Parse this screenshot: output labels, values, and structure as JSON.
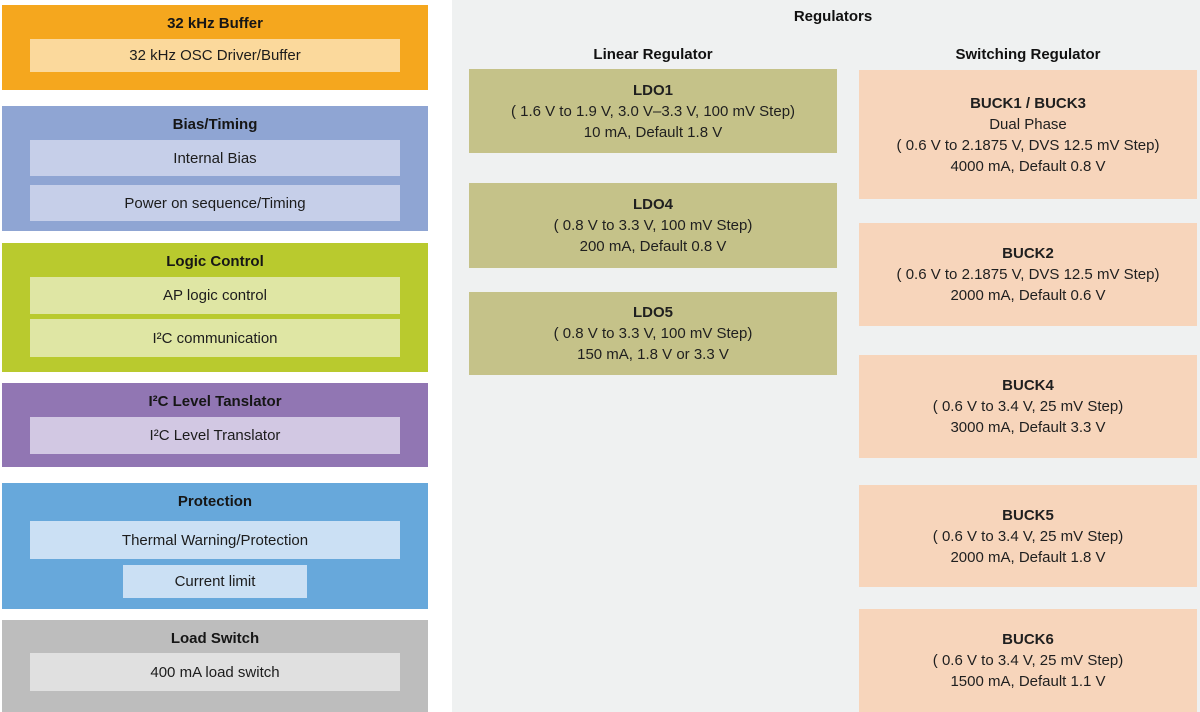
{
  "left": {
    "blocks": [
      {
        "title": "32 kHz Buffer",
        "bg": "#f5a71e",
        "inner_bg": "#fbd99c",
        "items": [
          "32 kHz OSC Driver/Buffer"
        ]
      },
      {
        "title": "Bias/Timing",
        "bg": "#8fa5d3",
        "inner_bg": "#c6cfe9",
        "items": [
          "Internal Bias",
          "Power on sequence/Timing"
        ]
      },
      {
        "title": "Logic Control",
        "bg": "#b9ca2e",
        "inner_bg": "#dfe6a4",
        "items": [
          "AP logic control",
          "I²C communication"
        ]
      },
      {
        "title": "I²C Level Tanslator",
        "bg": "#9176b3",
        "inner_bg": "#d2c8e3",
        "items": [
          "I²C Level Translator"
        ]
      },
      {
        "title": "Protection",
        "bg": "#67a8db",
        "inner_bg": "#cbe0f4",
        "items": [
          "Thermal Warning/Protection",
          "Current limit"
        ]
      },
      {
        "title": "Load Switch",
        "bg": "#bdbdbd",
        "inner_bg": "#e0e0e0",
        "items": [
          "400 mA load switch"
        ]
      }
    ]
  },
  "regulators": {
    "title": "Regulators",
    "panel_bg": "#eff1f1",
    "columns": [
      {
        "header": "Linear Regulator",
        "block_bg": "#c5c289",
        "blocks": [
          {
            "title": "LDO1",
            "lines": [
              "( 1.6 V to 1.9 V, 3.0 V–3.3 V, 100 mV Step)",
              "10 mA, Default 1.8 V"
            ]
          },
          {
            "title": "LDO4",
            "lines": [
              "( 0.8 V to 3.3 V, 100 mV Step)",
              "200 mA, Default 0.8 V"
            ]
          },
          {
            "title": "LDO5",
            "lines": [
              "( 0.8 V to 3.3 V, 100 mV Step)",
              "150 mA, 1.8 V or 3.3 V"
            ]
          }
        ]
      },
      {
        "header": "Switching Regulator",
        "block_bg": "#f7d5bb",
        "blocks": [
          {
            "title": "BUCK1 / BUCK3",
            "subtitle": "Dual Phase",
            "lines": [
              "( 0.6 V to 2.1875 V, DVS 12.5 mV Step)",
              "4000 mA, Default 0.8 V"
            ]
          },
          {
            "title": "BUCK2",
            "lines": [
              "( 0.6 V to 2.1875 V, DVS 12.5 mV Step)",
              "2000 mA, Default 0.6 V"
            ]
          },
          {
            "title": "BUCK4",
            "lines": [
              "( 0.6 V to 3.4 V, 25 mV Step)",
              "3000 mA, Default 3.3 V"
            ]
          },
          {
            "title": "BUCK5",
            "lines": [
              "( 0.6 V to 3.4 V, 25 mV Step)",
              "2000 mA, Default 1.8 V"
            ]
          },
          {
            "title": "BUCK6",
            "lines": [
              "( 0.6 V to 3.4 V, 25 mV Step)",
              "1500 mA, Default 1.1 V"
            ]
          }
        ]
      }
    ]
  },
  "colors": {
    "page_background": "#ffffff",
    "panel_background": "#eff1f1",
    "text": "#1c1c1c"
  }
}
